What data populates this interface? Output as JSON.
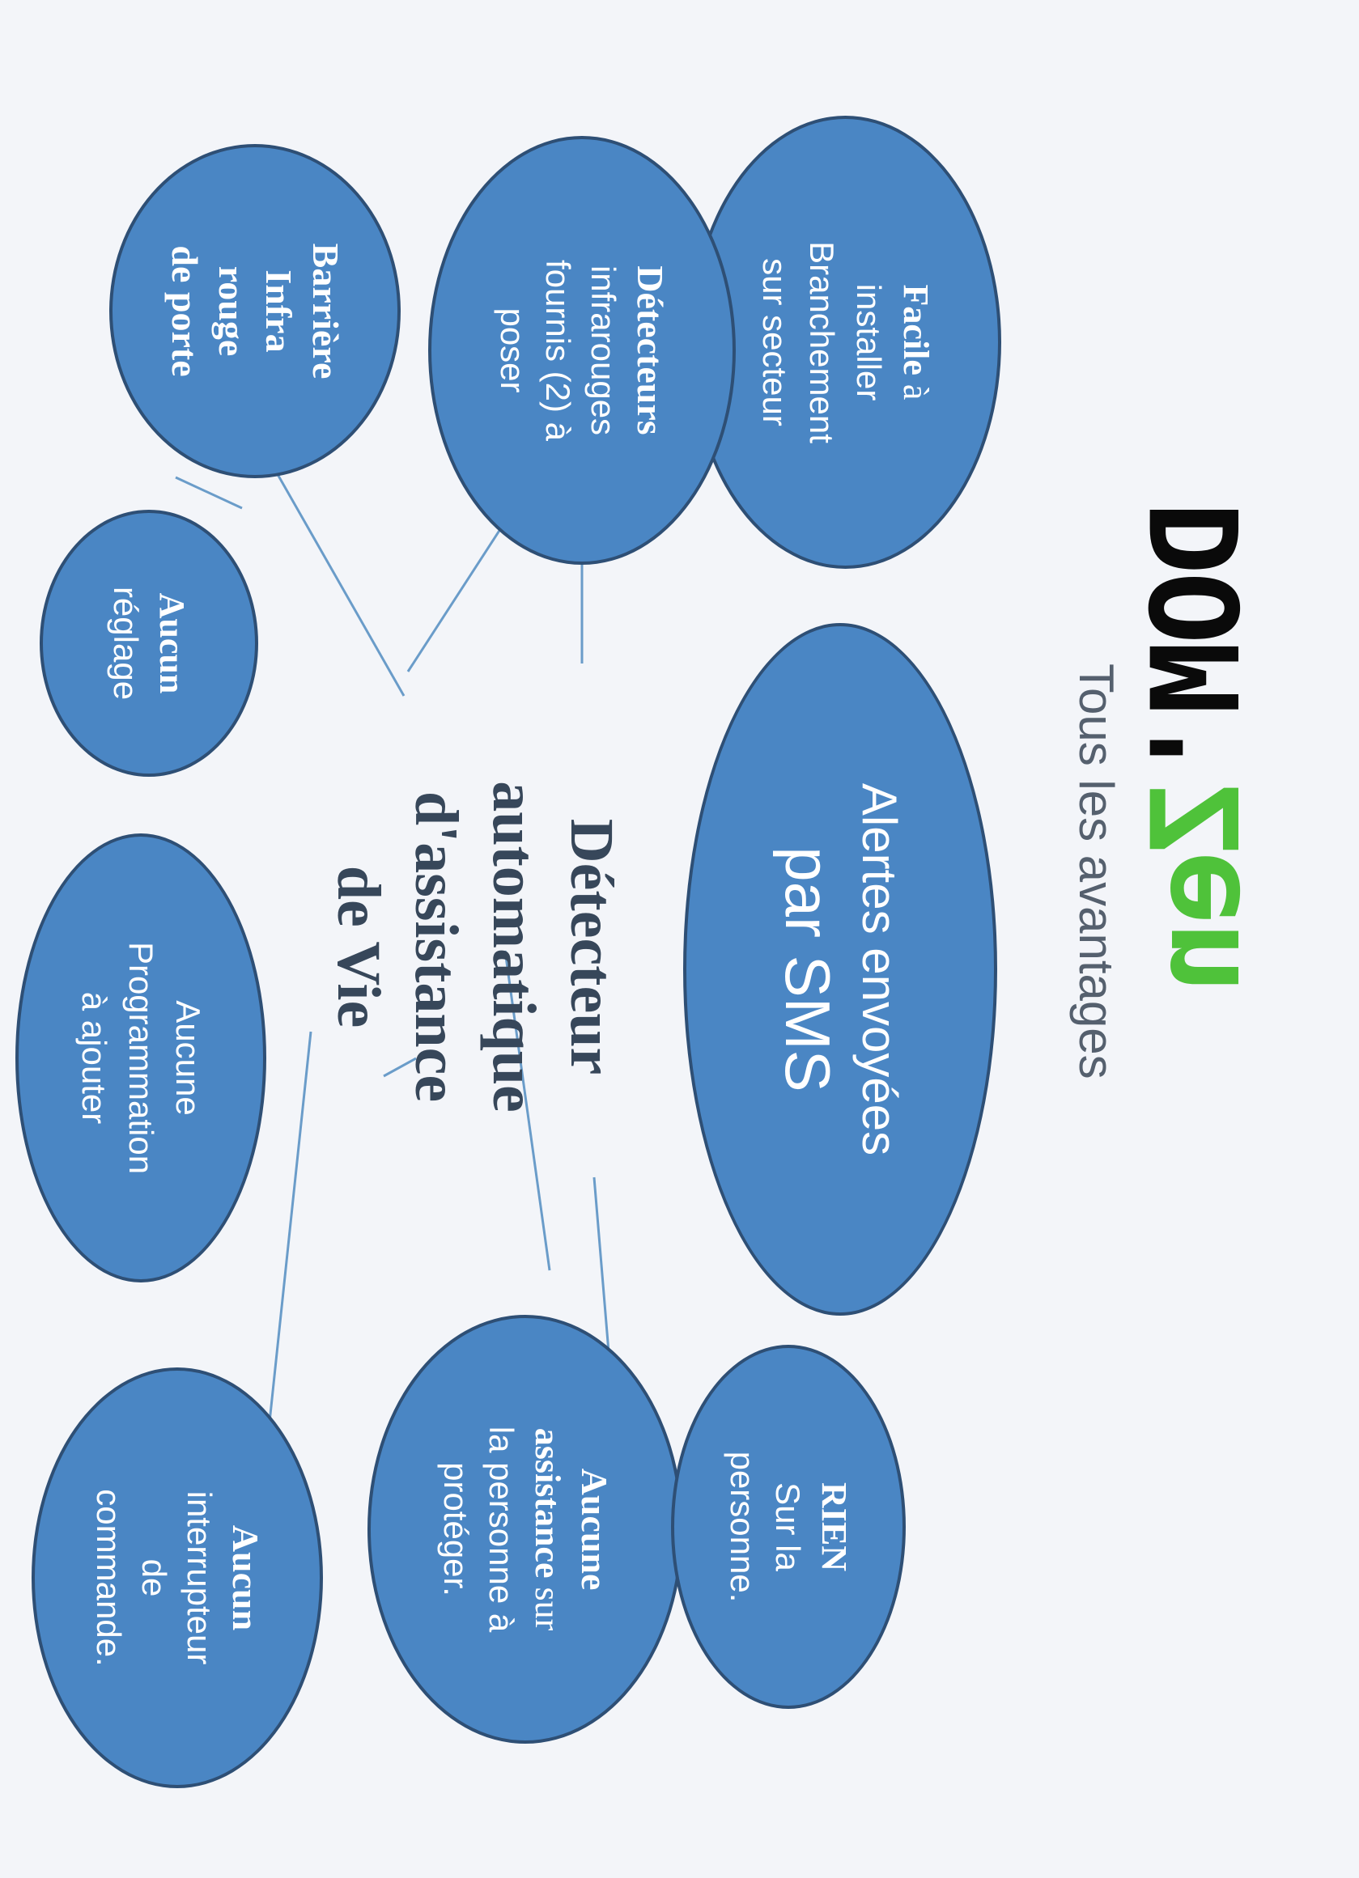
{
  "logo": {
    "dom": "DOM'",
    "zen": "Zen"
  },
  "tagline": "Tous les avantages",
  "center": {
    "lines": [
      "Détecteur",
      "automatique",
      "d'assistance",
      "de Vie"
    ]
  },
  "bubbles": {
    "sms": {
      "line1": "Alertes envoyées",
      "line2": "par SMS"
    },
    "facile": {
      "bold": "Facile",
      "rest1": " à",
      "rest2": "installer",
      "rest3": "Branchement",
      "rest4": "sur secteur"
    },
    "detecteurs": {
      "bold": "Détecteurs",
      "rest1": "infrarouges",
      "rest2": "fournis (2) à",
      "rest3": "poser"
    },
    "barriere": {
      "l1": "Barrière",
      "l2": "Infra",
      "l3": "rouge",
      "l4": "de porte"
    },
    "reglage": {
      "bold": "Aucun",
      "rest": "réglage"
    },
    "programmation": {
      "l1": "Aucune",
      "l2": "Programmation",
      "l3": "à ajouter"
    },
    "interrupteur": {
      "bold": "Aucun",
      "l2": "interrupteur",
      "l3": "de",
      "l4": "commande."
    },
    "assistance": {
      "bold1": "Aucune",
      "bold2": "assistance",
      "rest2": " sur",
      "l3": "la personne à",
      "l4": "protéger."
    },
    "rien": {
      "bold": "RIEN",
      "l2": "Sur la",
      "l3": "personne."
    }
  }
}
